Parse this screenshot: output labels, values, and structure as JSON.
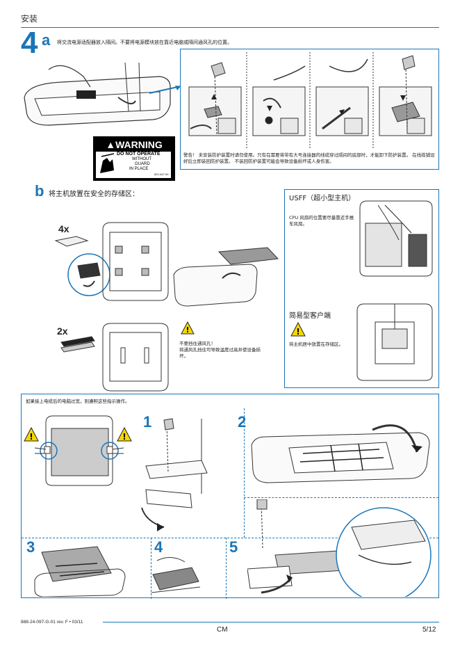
{
  "header": {
    "section_title": "安装"
  },
  "step4": {
    "number": "4",
    "letter_a": "a",
    "instruction_a": "将交流电源适配器放入隔间。不要将电源模块放在靠近电脑或隔间通风孔的位置。",
    "warning_label": {
      "title": "WARNING",
      "line1": "DO NOT OPERATE",
      "line2": "WITHOUT",
      "line3": "GUARD",
      "line4": "IN PLACE",
      "code": "822-447-00"
    },
    "warning_text": "警告！ 未安装防护装置时请勿使用。只有在需要将带有大号连接器的线缆穿过隔间的底部时，才能卸下防护装置。 在线缆铺设好后立即装回防护装置。 不装回防护装置可能会导致设备损坏或人身伤害。",
    "letter_b": "b",
    "instruction_b": "将主机放置在安全的存储区：",
    "qty_4x": "4x",
    "qty_2x": "2x",
    "vent_warning": "不要挡住通风孔！\n将通风孔挡住可导致温度过高并使设备损坏。",
    "usff": {
      "title": "USFF（超小型主机）",
      "note": "CPU 风扇的位置要尽量靠近手推车风扇。"
    },
    "thin_client": {
      "title": "简易型客户端",
      "note": "将主机居中放置在存储区。"
    }
  },
  "cable_section": {
    "intro": "如果接上电缆后的电脑过宽，则遵照这些指示操作。",
    "steps": [
      "1",
      "2",
      "3",
      "4",
      "5"
    ]
  },
  "footer": {
    "doc_number": "888-24-097-G-01 rev. F • 03/11",
    "center": "CM",
    "page": "5/12"
  },
  "colors": {
    "accent": "#1a75b8",
    "warning_yellow": "#f5d800"
  }
}
